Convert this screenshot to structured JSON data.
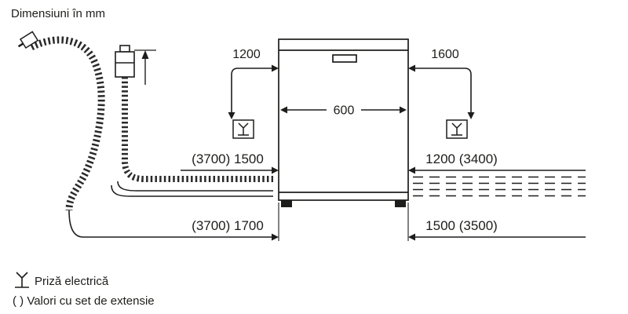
{
  "title": "Dimensiuni în mm",
  "labels": {
    "socket_left_distance": "1200",
    "socket_right_distance": "1600",
    "appliance_width": "600",
    "supply_left": "(3700) 1500",
    "supply_right": "1200 (3400)",
    "drain_left": "(3700) 1700",
    "drain_right": "1500 (3500)"
  },
  "legend": {
    "socket": "Priză electrică",
    "extension_note": "( ) Valori cu set de extensie"
  },
  "colors": {
    "ink": "#1d1d1b",
    "background": "#ffffff"
  }
}
